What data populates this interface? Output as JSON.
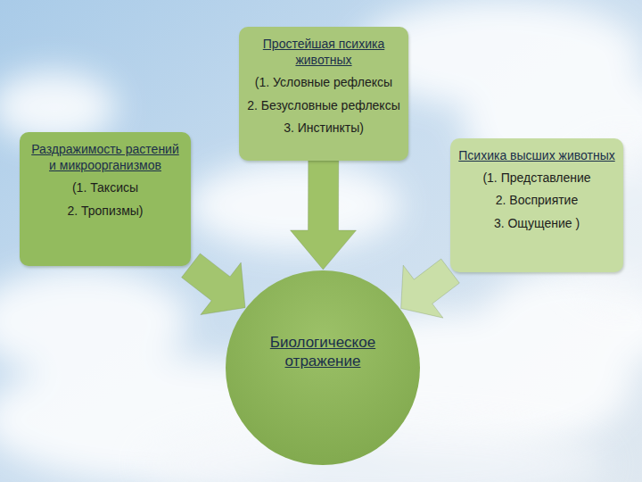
{
  "diagram": {
    "nodes": [
      {
        "text": [
          "Простейшая психика животных",
          "(1. Условные рефлексы",
          "2. Безусловные рефлексы",
          "3. Инстинкты)"
        ]
      },
      {
        "text": [
          "Раздражимость растений и микроорганизмов",
          "(1. Таксисы",
          "2. Тропизмы)"
        ]
      },
      {
        "text": [
          "Психика высших животных",
          "(1. Представление",
          "2. Восприятие",
          "3. Ощущение )"
        ]
      },
      {
        "text": [
          "Биологическое отражение"
        ]
      }
    ],
    "edges": [
      {
        "from": 1,
        "to": 3,
        "arrow": "to"
      },
      {
        "from": 0,
        "to": 3,
        "arrow": "to"
      },
      {
        "from": 2,
        "to": 3,
        "arrow": "to"
      }
    ]
  }
}
